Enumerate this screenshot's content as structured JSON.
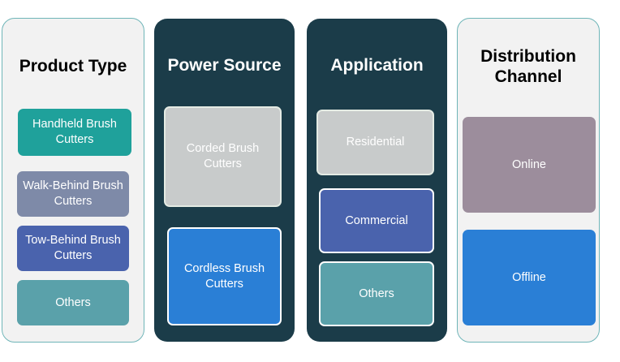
{
  "panels": [
    {
      "title": "Product Type",
      "theme": "light",
      "items": [
        {
          "label": "Handheld Brush Cutters",
          "color": "#1fa19b"
        },
        {
          "label": "Walk-Behind Brush Cutters",
          "color": "#7e8aa8"
        },
        {
          "label": "Tow-Behind Brush Cutters",
          "color": "#4a63ad"
        },
        {
          "label": "Others",
          "color": "#5aa1aa"
        }
      ]
    },
    {
      "title": "Power Source",
      "theme": "dark",
      "items": [
        {
          "label": "Corded Brush Cutters",
          "color": "#c8cbcb"
        },
        {
          "label": "Cordless Brush Cutters",
          "color": "#2a7fd6"
        }
      ]
    },
    {
      "title": "Application",
      "theme": "dark",
      "items": [
        {
          "label": "Residential",
          "color": "#c8cbcb"
        },
        {
          "label": "Commercial",
          "color": "#4a63ad"
        },
        {
          "label": "Others",
          "color": "#5aa1aa"
        }
      ]
    },
    {
      "title": "Distribution Channel",
      "theme": "light",
      "items": [
        {
          "label": "Online",
          "color": "#9c8d9c"
        },
        {
          "label": "Offline",
          "color": "#2a7fd6"
        }
      ]
    }
  ],
  "colors": {
    "light_panel_bg": "#f2f2f2",
    "light_panel_border": "#6fb5b8",
    "dark_panel_bg": "#1b3c49"
  }
}
